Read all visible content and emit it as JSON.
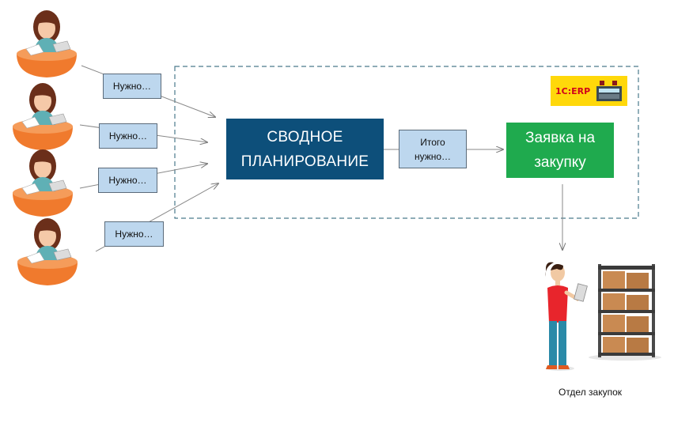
{
  "requesters": [
    {
      "label": "Нужно…"
    },
    {
      "label": "Нужно…"
    },
    {
      "label": "Нужно…"
    },
    {
      "label": "Нужно…"
    }
  ],
  "planning_box": {
    "line1": "СВОДНОЕ",
    "line2": "ПЛАНИРОВАНИЕ"
  },
  "total_box": {
    "line1": "Итого",
    "line2": "нужно…"
  },
  "order_box": {
    "line1": "Заявка на",
    "line2": "закупку"
  },
  "erp_badge": {
    "text": "1С:ERP"
  },
  "purchasing": {
    "caption": "Отдел закупок"
  },
  "colors": {
    "planning": "#0d4f7a",
    "order": "#1faa4e",
    "label_fill": "#bdd7ee",
    "dashed_border": "#4a7a8c",
    "badge": "#ffd80a"
  }
}
